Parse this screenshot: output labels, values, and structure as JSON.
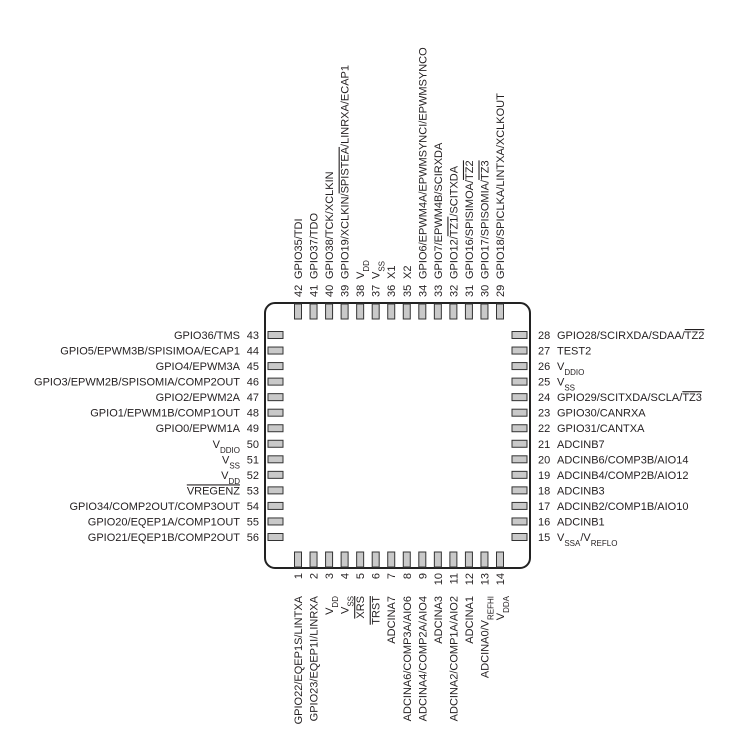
{
  "title": "Pinout diagram",
  "pins": {
    "left": [
      {
        "num": "43",
        "segs": [
          {
            "t": "GPIO36/TMS"
          }
        ]
      },
      {
        "num": "44",
        "segs": [
          {
            "t": "GPIO5/EPWM3B/SPISIMOA/ECAP1"
          }
        ]
      },
      {
        "num": "45",
        "segs": [
          {
            "t": "GPIO4/EPWM3A"
          }
        ]
      },
      {
        "num": "46",
        "segs": [
          {
            "t": "GPIO3/EPWM2B/SPISOMIA/COMP2OUT"
          }
        ]
      },
      {
        "num": "47",
        "segs": [
          {
            "t": "GPIO2/EPWM2A"
          }
        ]
      },
      {
        "num": "48",
        "segs": [
          {
            "t": "GPIO1/EPWM1B/COMP1OUT"
          }
        ]
      },
      {
        "num": "49",
        "segs": [
          {
            "t": "GPIO0/EPWM1A"
          }
        ]
      },
      {
        "num": "50",
        "segs": [
          {
            "t": "V"
          },
          {
            "t": "DDIO",
            "sub": true
          }
        ]
      },
      {
        "num": "51",
        "segs": [
          {
            "t": "V"
          },
          {
            "t": "SS",
            "sub": true
          }
        ]
      },
      {
        "num": "52",
        "segs": [
          {
            "t": "V"
          },
          {
            "t": "DD",
            "sub": true
          }
        ]
      },
      {
        "num": "53",
        "segs": [
          {
            "t": "VREGENZ",
            "over": true
          }
        ]
      },
      {
        "num": "54",
        "segs": [
          {
            "t": "GPIO34/COMP2OUT/COMP3OUT"
          }
        ]
      },
      {
        "num": "55",
        "segs": [
          {
            "t": "GPIO20/EQEP1A/COMP1OUT"
          }
        ]
      },
      {
        "num": "56",
        "segs": [
          {
            "t": "GPIO21/EQEP1B/COMP2OUT"
          }
        ]
      }
    ],
    "right": [
      {
        "num": "28",
        "segs": [
          {
            "t": "GPIO28/SCIRXDA/SDAA/"
          },
          {
            "t": "TZ2",
            "over": true
          }
        ]
      },
      {
        "num": "27",
        "segs": [
          {
            "t": "TEST2"
          }
        ]
      },
      {
        "num": "26",
        "segs": [
          {
            "t": "V"
          },
          {
            "t": "DDIO",
            "sub": true
          }
        ]
      },
      {
        "num": "25",
        "segs": [
          {
            "t": "V"
          },
          {
            "t": "SS",
            "sub": true
          }
        ]
      },
      {
        "num": "24",
        "segs": [
          {
            "t": "GPIO29/SCITXDA/SCLA/"
          },
          {
            "t": "TZ3",
            "over": true
          }
        ]
      },
      {
        "num": "23",
        "segs": [
          {
            "t": "GPIO30/CANRXA"
          }
        ]
      },
      {
        "num": "22",
        "segs": [
          {
            "t": "GPIO31/CANTXA"
          }
        ]
      },
      {
        "num": "21",
        "segs": [
          {
            "t": "ADCINB7"
          }
        ]
      },
      {
        "num": "20",
        "segs": [
          {
            "t": "ADCINB6/COMP3B/AIO14"
          }
        ]
      },
      {
        "num": "19",
        "segs": [
          {
            "t": "ADCINB4/COMP2B/AIO12"
          }
        ]
      },
      {
        "num": "18",
        "segs": [
          {
            "t": "ADCINB3"
          }
        ]
      },
      {
        "num": "17",
        "segs": [
          {
            "t": "ADCINB2/COMP1B/AIO10"
          }
        ]
      },
      {
        "num": "16",
        "segs": [
          {
            "t": "ADCINB1"
          }
        ]
      },
      {
        "num": "15",
        "segs": [
          {
            "t": "V"
          },
          {
            "t": "SSA",
            "sub": true
          },
          {
            "t": "/V"
          },
          {
            "t": "REFLO",
            "sub": true
          }
        ]
      }
    ],
    "top": [
      {
        "num": "42",
        "segs": [
          {
            "t": "GPIO35/TDI"
          }
        ]
      },
      {
        "num": "41",
        "segs": [
          {
            "t": "GPIO37/TDO"
          }
        ]
      },
      {
        "num": "40",
        "segs": [
          {
            "t": "GPIO38/TCK/XCLKIN"
          }
        ]
      },
      {
        "num": "39",
        "segs": [
          {
            "t": "GPIO19/XCLKIN/"
          },
          {
            "t": "SPISTEA",
            "over": true
          },
          {
            "t": "/LINRXA/ECAP1"
          }
        ]
      },
      {
        "num": "38",
        "segs": [
          {
            "t": "V"
          },
          {
            "t": "DD",
            "sub": true
          }
        ]
      },
      {
        "num": "37",
        "segs": [
          {
            "t": "V"
          },
          {
            "t": "SS",
            "sub": true
          }
        ]
      },
      {
        "num": "36",
        "segs": [
          {
            "t": "X1"
          }
        ]
      },
      {
        "num": "35",
        "segs": [
          {
            "t": "X2"
          }
        ]
      },
      {
        "num": "34",
        "segs": [
          {
            "t": "GPIO6/EPWM4A/EPWMSYNCI/EPWMSYNCO"
          }
        ]
      },
      {
        "num": "33",
        "segs": [
          {
            "t": "GPIO7/EPWM4B/SCIRXDA"
          }
        ]
      },
      {
        "num": "32",
        "segs": [
          {
            "t": "GPIO12/"
          },
          {
            "t": "TZ1",
            "over": true
          },
          {
            "t": "/SCITXDA"
          }
        ]
      },
      {
        "num": "31",
        "segs": [
          {
            "t": "GPIO16/SPISIMOA/"
          },
          {
            "t": "TZ2",
            "over": true
          }
        ]
      },
      {
        "num": "30",
        "segs": [
          {
            "t": "GPIO17/SPISOMIA/"
          },
          {
            "t": "TZ3",
            "over": true
          }
        ]
      },
      {
        "num": "29",
        "segs": [
          {
            "t": "GPIO18/SPICLKA/LINTXA/XCLKOUT"
          }
        ]
      }
    ],
    "bottom": [
      {
        "num": "1",
        "segs": [
          {
            "t": "GPIO22/EQEP1S/LINTXA"
          }
        ]
      },
      {
        "num": "2",
        "segs": [
          {
            "t": "GPIO23/EQEP1I/LINRXA"
          }
        ]
      },
      {
        "num": "3",
        "segs": [
          {
            "t": "V"
          },
          {
            "t": "DD",
            "sub": true
          }
        ]
      },
      {
        "num": "4",
        "segs": [
          {
            "t": "V"
          },
          {
            "t": "SS",
            "sub": true
          }
        ]
      },
      {
        "num": "5",
        "segs": [
          {
            "t": "XRS",
            "over": true
          }
        ]
      },
      {
        "num": "6",
        "segs": [
          {
            "t": "TRST",
            "over": true
          }
        ]
      },
      {
        "num": "7",
        "segs": [
          {
            "t": "ADCINA7"
          }
        ]
      },
      {
        "num": "8",
        "segs": [
          {
            "t": "ADCINA6/COMP3A/AIO6"
          }
        ]
      },
      {
        "num": "9",
        "segs": [
          {
            "t": "ADCINA4/COMP2A/AIO4"
          }
        ]
      },
      {
        "num": "10",
        "segs": [
          {
            "t": "ADCINA3"
          }
        ]
      },
      {
        "num": "11",
        "segs": [
          {
            "t": "ADCINA2/COMP1A/AIO2"
          }
        ]
      },
      {
        "num": "12",
        "segs": [
          {
            "t": "ADCINA1"
          }
        ]
      },
      {
        "num": "13",
        "segs": [
          {
            "t": "ADCINA0/V"
          },
          {
            "t": "REFHI",
            "sub": true
          }
        ]
      },
      {
        "num": "14",
        "segs": [
          {
            "t": "V"
          },
          {
            "t": "DDA",
            "sub": true
          }
        ]
      }
    ]
  }
}
